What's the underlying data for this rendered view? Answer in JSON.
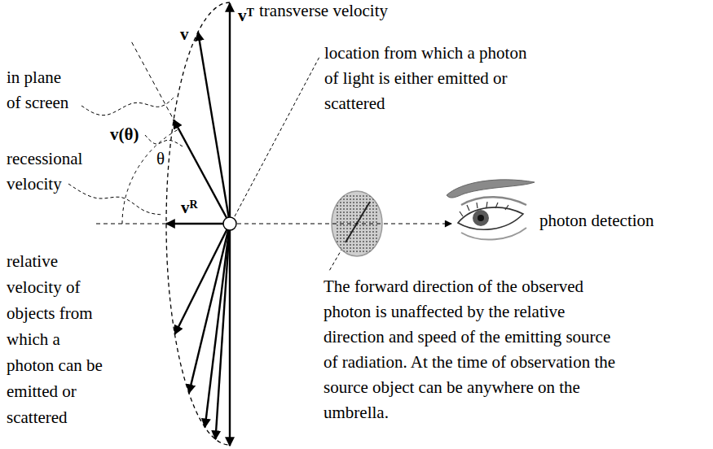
{
  "diagram": {
    "labels": [
      "vT",
      "transverse velocity",
      "v",
      "in plane of screen",
      "location from which a photon of light is either emitted or scattered",
      "v(θ)",
      "recessional",
      "θ",
      "velocity",
      "vR",
      "photon detection",
      "relative velocity of objects from which a photon can be emitted or scattered",
      "The forward direction of the observed photon is unaffected by the relative direction and speed of the emitting source of radiation. At the time of observation the source object can be anywhere on the umbrella."
    ]
  }
}
